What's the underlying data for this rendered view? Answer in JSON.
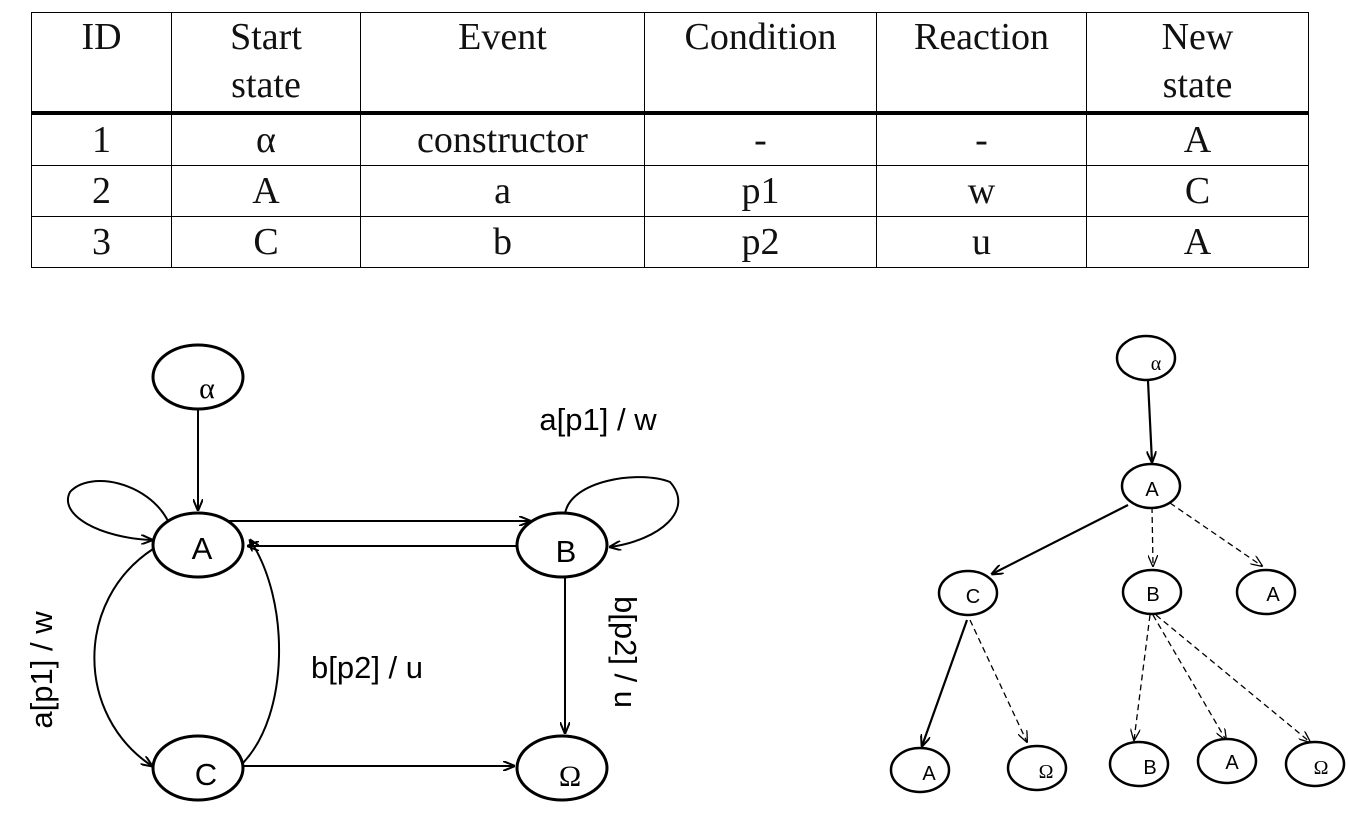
{
  "table": {
    "headers": [
      {
        "line1": "ID",
        "line2": ""
      },
      {
        "line1": "Start",
        "line2": "state"
      },
      {
        "line1": "Event",
        "line2": ""
      },
      {
        "line1": "Condition",
        "line2": ""
      },
      {
        "line1": "Reaction",
        "line2": ""
      },
      {
        "line1": "New",
        "line2": "state"
      }
    ],
    "rows": [
      [
        "1",
        "α",
        "constructor",
        "-",
        "-",
        "A"
      ],
      [
        "2",
        "A",
        "a",
        "p1",
        "w",
        "C"
      ],
      [
        "3",
        "C",
        "b",
        "p2",
        "u",
        "A"
      ]
    ]
  },
  "state_diagram": {
    "states": {
      "alpha": "α",
      "A": "A",
      "B": "B",
      "C": "C",
      "omega": "Ω"
    },
    "labels": {
      "B_self_loop": "a[p1] / w",
      "A_to_C": "a[p1] / w",
      "C_to_A": "b[p2] / u",
      "B_to_omega": "b[p2] / u"
    }
  },
  "tree": {
    "root": "α",
    "level1": "A",
    "level2": [
      "C",
      "B",
      "A"
    ],
    "level3_under_C": [
      "A",
      "Ω"
    ],
    "level3_under_B": [
      "B",
      "A",
      "Ω"
    ]
  }
}
